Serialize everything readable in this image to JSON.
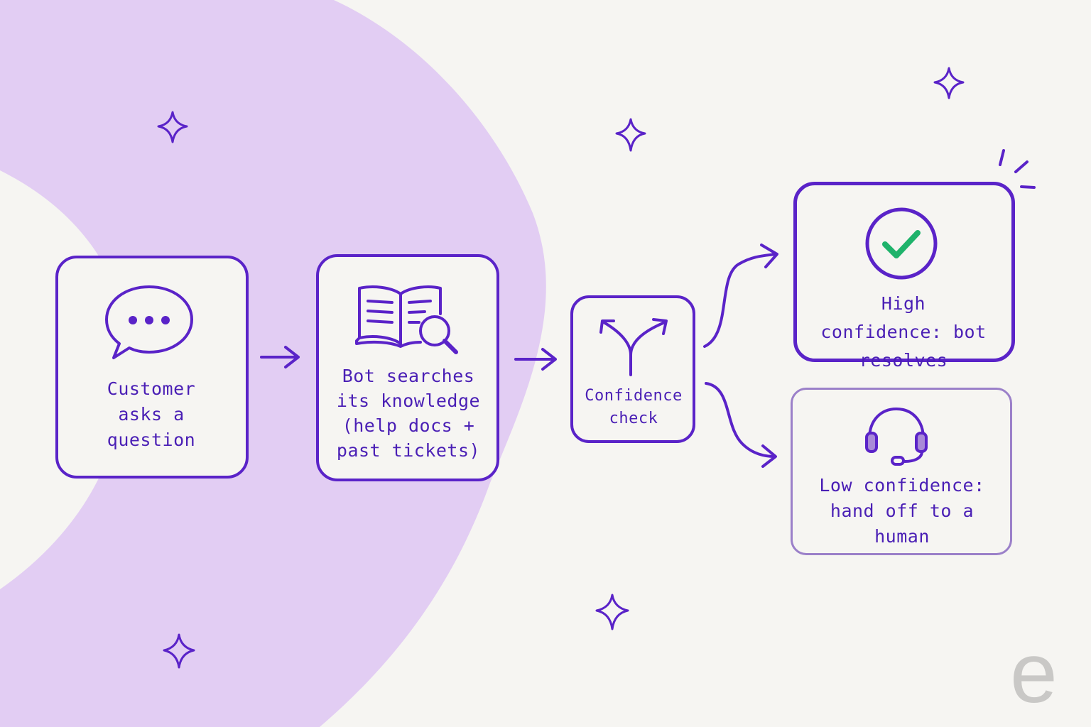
{
  "colors": {
    "accent": "#5a23c8",
    "text": "#4a1fb5",
    "blob": "#e2cdf3",
    "background": "#f6f5f2",
    "check": "#1fb36b",
    "muted_border": "#9b80c9"
  },
  "steps": [
    {
      "label": "Customer asks a question",
      "icon": "speech-bubble-icon"
    },
    {
      "label": "Bot searches its knowledge (help docs + past tickets)",
      "icon": "book-search-icon"
    },
    {
      "label": "Confidence check",
      "icon": "branch-arrows-icon"
    }
  ],
  "outcomes": {
    "high": {
      "label": "High confidence: bot resolves",
      "icon": "check-circle-icon"
    },
    "low": {
      "label": "Low confidence: hand off to a human",
      "icon": "headset-icon"
    }
  },
  "watermark": "e"
}
